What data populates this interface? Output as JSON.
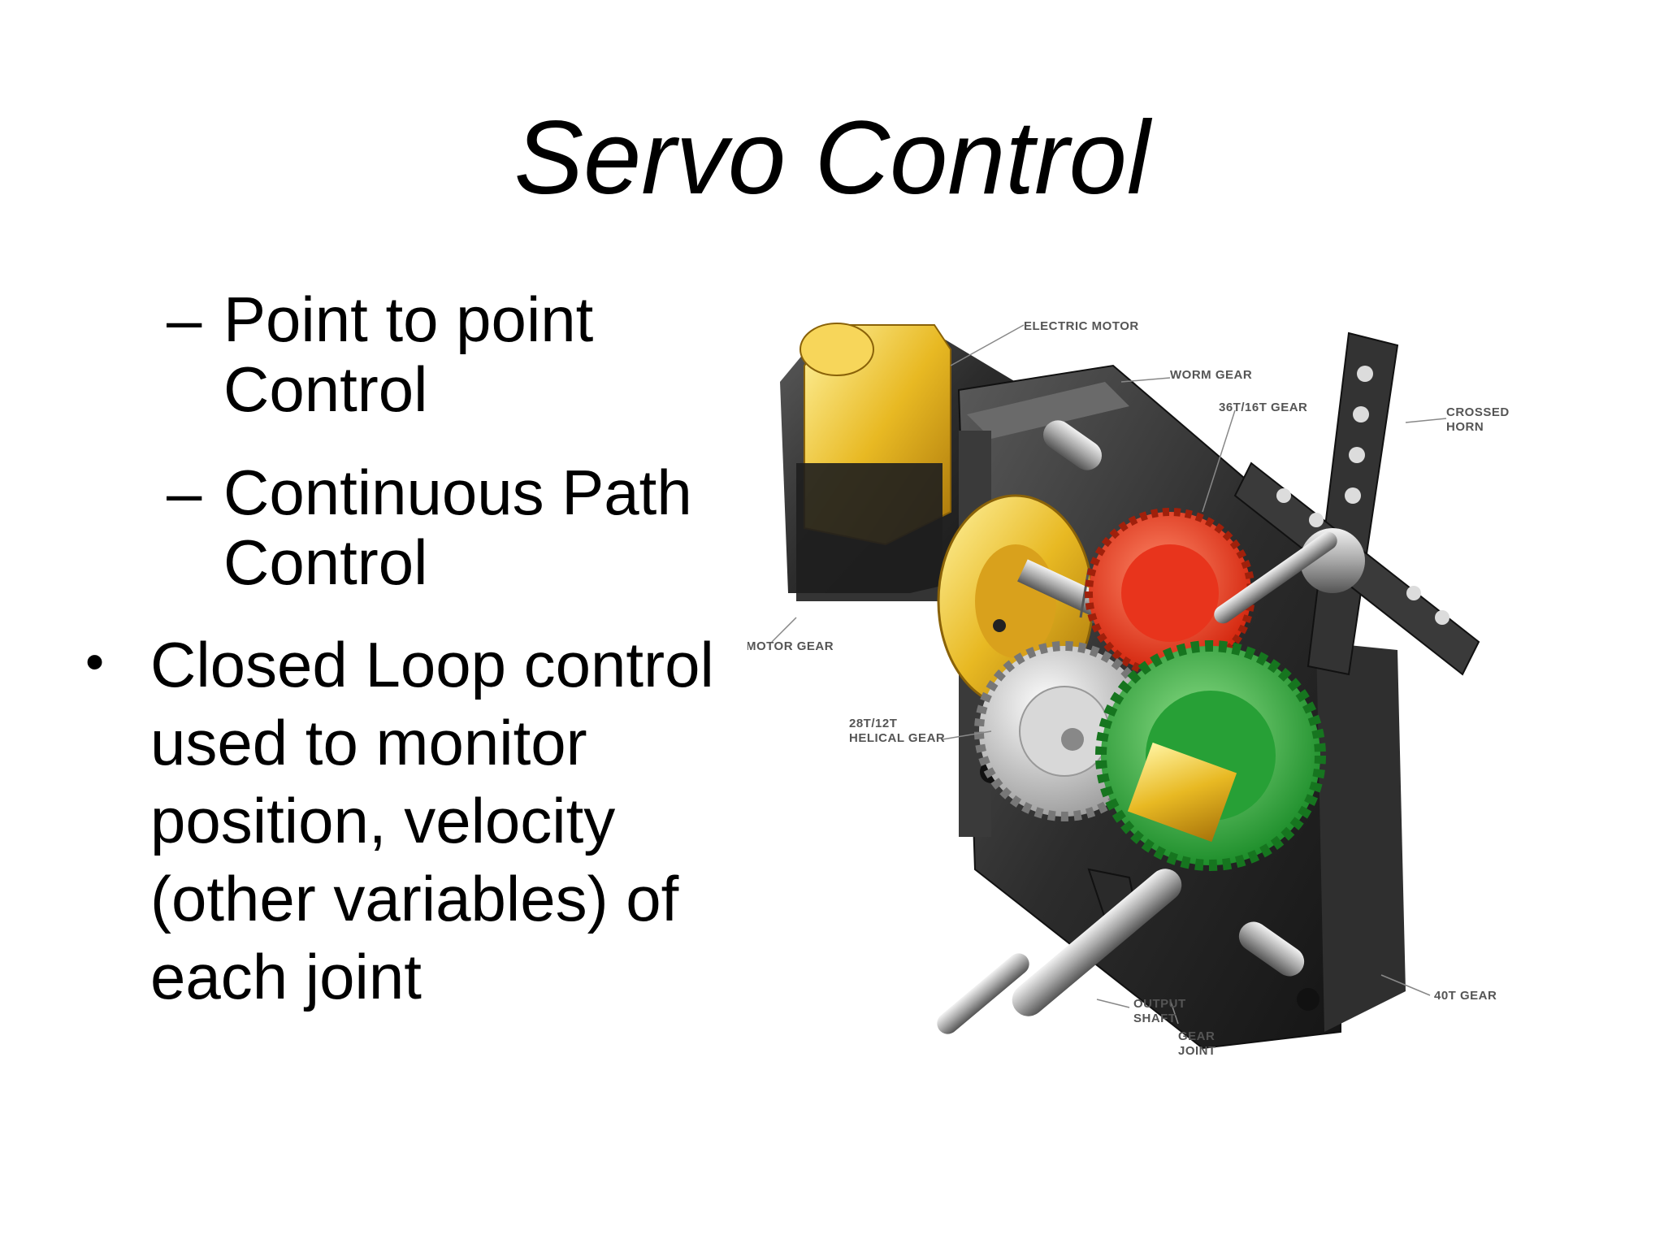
{
  "slide": {
    "title": "Servo Control",
    "sub_items": [
      {
        "dash": "–",
        "line1": "Point to point",
        "line2": "Control"
      },
      {
        "dash": "–",
        "line1": "Continuous Path",
        "line2": "Control"
      }
    ],
    "main_item": {
      "bullet": "•",
      "lines": [
        "Closed Loop control",
        "used to monitor",
        "position, velocity",
        "(other variables) of",
        "each joint"
      ]
    }
  },
  "figure": {
    "labels": {
      "electric_motor": "ELECTRIC MOTOR",
      "worm_gear": "WORM GEAR",
      "gear_36t_16t": "36T/16T GEAR",
      "crossed_horn_1": "CROSSED",
      "crossed_horn_2": "HORN",
      "motor_gear": "MOTOR GEAR",
      "helical_gear_1": "28T/12T",
      "helical_gear_2": "HELICAL GEAR",
      "output_shaft_1": "OUTPUT",
      "output_shaft_2": "SHAFT",
      "gear_joint_1": "GEAR",
      "gear_joint_2": "JOINT",
      "gear_40t": "40T GEAR"
    },
    "colors": {
      "motor_yellow": "#e8b923",
      "red_gear": "#e8341c",
      "green_gear": "#2aa83a",
      "silver_gear": "#c9c9c9",
      "housing": "#2a2a2a",
      "horn": "#3a3a3a"
    }
  }
}
